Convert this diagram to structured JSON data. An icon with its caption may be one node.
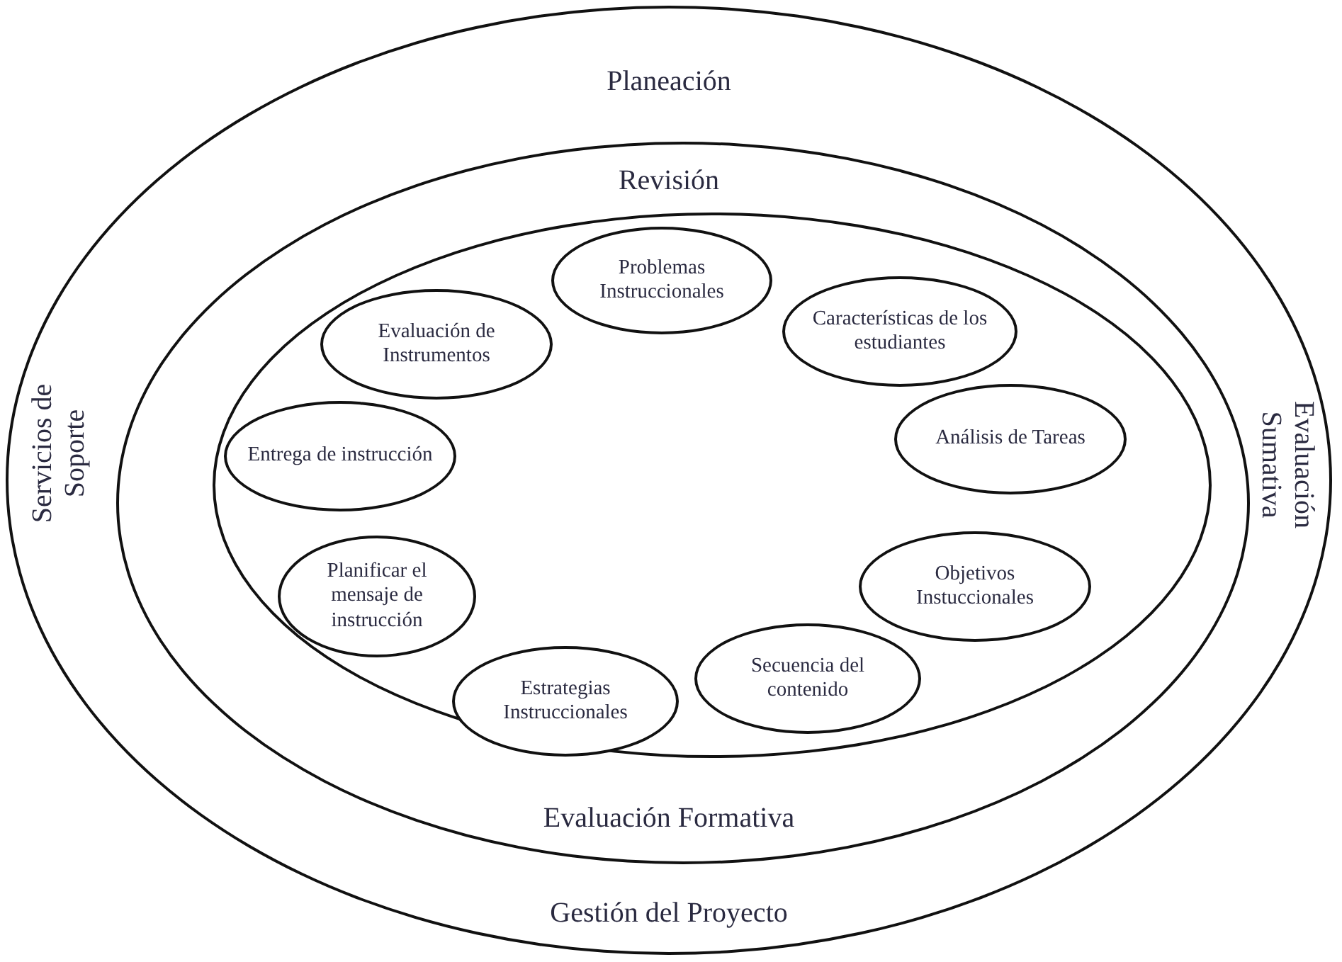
{
  "diagram": {
    "nodes": [
      {
        "text": [
          "Planeación",
          "Gestión del Proyecto",
          "Servicios de Soporte",
          "Evaluación Sumativa"
        ]
      },
      {
        "text": [
          "Revisión",
          "Evaluación Formativa"
        ],
        "in": 0
      },
      {
        "text": [],
        "shape": "ellipse",
        "in": 1
      },
      {
        "text": [
          "Problemas Instruccionales"
        ],
        "in": 2
      },
      {
        "text": [
          "Evaluación de Instrumentos"
        ],
        "in": 2
      },
      {
        "text": [
          "Características de los estudiantes"
        ],
        "in": 2
      },
      {
        "text": [
          "Entrega de instrucción"
        ],
        "in": 2
      },
      {
        "text": [
          "Análisis de Tareas"
        ],
        "in": 2
      },
      {
        "text": [
          "Planificar el mensaje de instrucción"
        ],
        "in": 2
      },
      {
        "text": [
          "Objetivos Instuccionales"
        ],
        "in": 2
      },
      {
        "text": [
          "Secuencia del contenido"
        ],
        "in": 2
      },
      {
        "text": [
          "Estrategias Instruccionales"
        ],
        "in": 2
      }
    ]
  }
}
